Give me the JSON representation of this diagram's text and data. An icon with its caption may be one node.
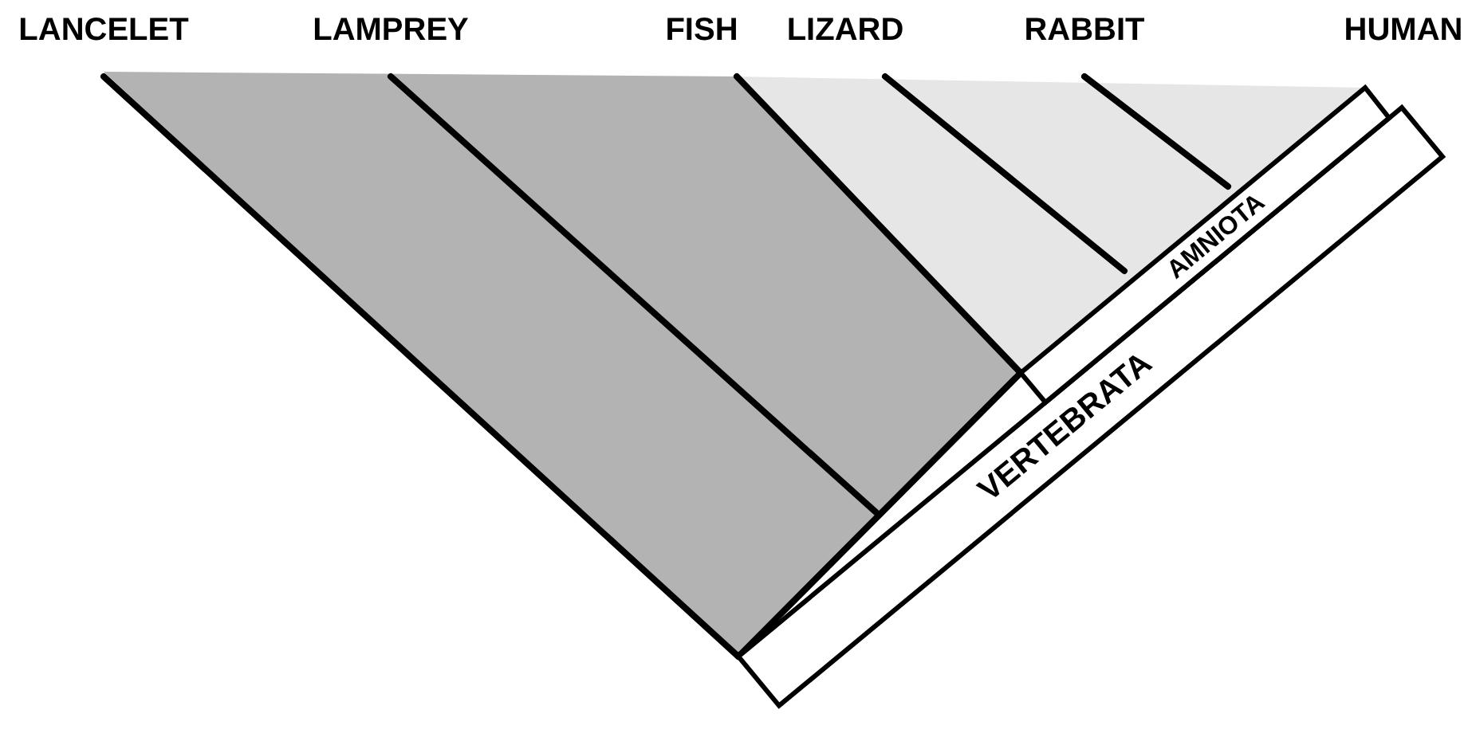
{
  "diagram": {
    "nodes": [
      {
        "text": [
          "AMNIOTA"
        ]
      },
      {
        "text": [
          "VERTEBRATA"
        ]
      }
    ],
    "labels": [
      "LANCELET",
      "LAMPREY",
      "FISH",
      "LIZARD",
      "RABBIT",
      "HUMAN"
    ]
  }
}
